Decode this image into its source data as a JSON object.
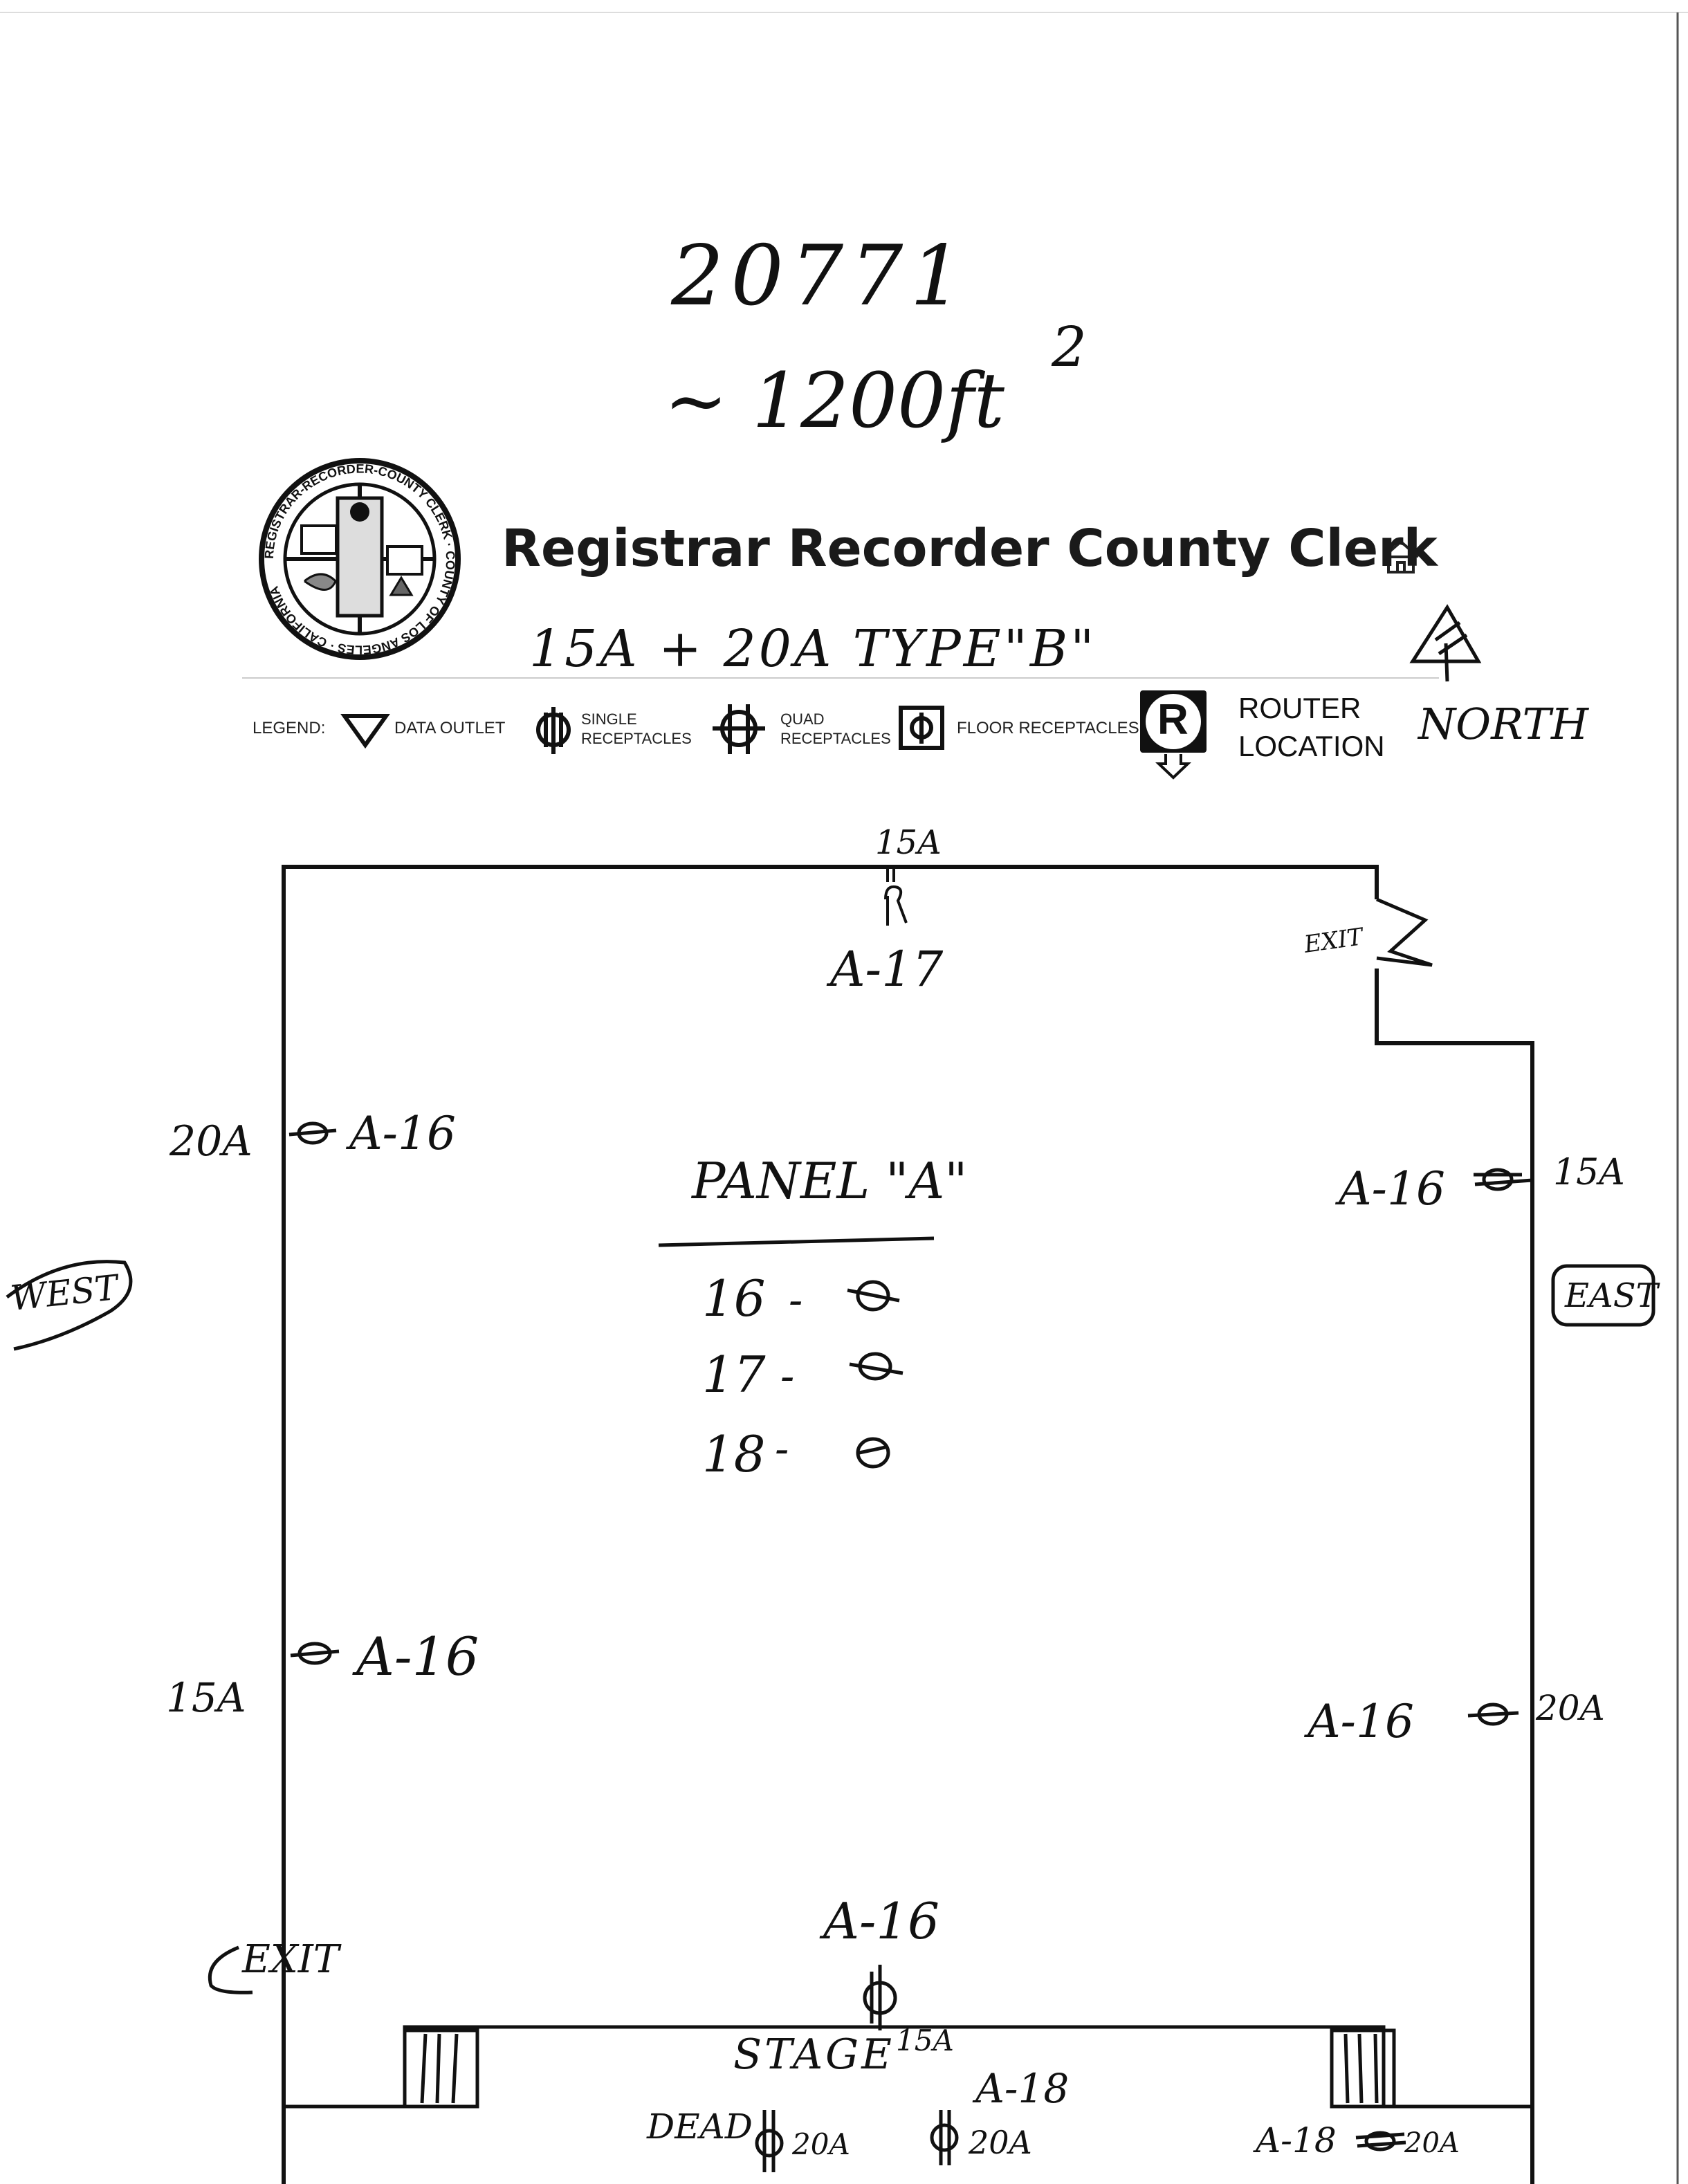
{
  "header": {
    "job_number": "20771",
    "area": "~ 1200ft",
    "area_superscript": "2",
    "title": "Registrar Recorder County Clerk",
    "seal_text": "REGISTRAR-RECORDER-COUNTY CLERK · COUNTY OF LOS ANGELES · CALIFORNIA",
    "subtitle_note": "15A + 20A TYPE\"B\""
  },
  "legend": {
    "label": "LEGEND:",
    "data_outlet": "DATA OUTLET",
    "single_receptacles": [
      "SINGLE",
      "RECEPTACLES"
    ],
    "quad_receptacles": [
      "QUAD",
      "RECEPTACLES"
    ],
    "floor_receptacles": "FLOOR RECEPTACLES",
    "router_symbol": "R",
    "router_location": [
      "ROUTER",
      "LOCATION"
    ],
    "north": "NORTH"
  },
  "plan": {
    "top_outlet_amp": "15A",
    "top_outlet_circuit": "A-17",
    "exit_ne": "EXIT",
    "west_label": "WEST",
    "east_label": "EAST",
    "west_upper": {
      "amp": "20A",
      "circuit": "A-16"
    },
    "west_lower": {
      "amp": "15A",
      "circuit": "A-16"
    },
    "east_upper": {
      "amp": "15A",
      "circuit": "A-16"
    },
    "east_lower": {
      "amp": "20A",
      "circuit": "A-16"
    },
    "panel": {
      "title": "PANEL \"A\"",
      "rows": [
        {
          "circuit": "16",
          "dash": "-"
        },
        {
          "circuit": "17",
          "dash": "-"
        },
        {
          "circuit": "18",
          "dash": "-"
        }
      ]
    },
    "exit_sw": "EXIT",
    "bottom_outlet_circuit": "A-16",
    "stage": "STAGE",
    "stage_amp": "15A",
    "stage_circuit": "A-18",
    "dead": "DEAD",
    "bottom_left_amp": "20A",
    "bottom_mid_amp": "20A",
    "bottom_right_circuit": "A-18",
    "bottom_right_amp": "20A"
  }
}
